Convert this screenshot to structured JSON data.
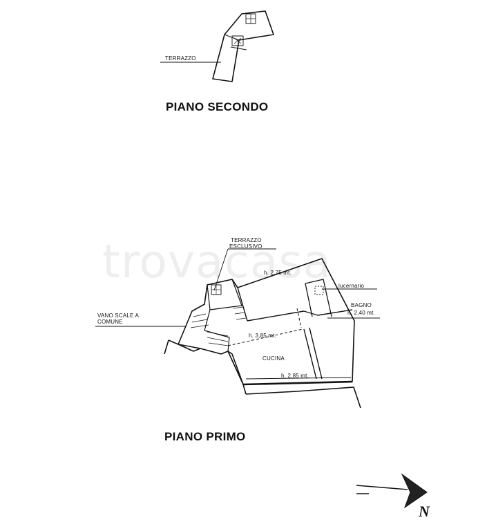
{
  "watermark": "trovacasa",
  "second_floor": {
    "title": "PIANO SECONDO",
    "terrace_label": "TERRAZZO"
  },
  "first_floor": {
    "title": "PIANO PRIMO",
    "terrace_label_line1": "TERRAZZO",
    "terrace_label_line2": "ESCLUSIVO",
    "stair_label_line1": "VANO SCALE A",
    "stair_label_line2": "COMUNE",
    "room_height_top": "h. 2,75 mt.",
    "skylight_label": "lucernario",
    "bath_label": "BAGNO",
    "bath_height": "h. 2,40 mt.",
    "mid_height": "h. 3,85 mt.",
    "kitchen_label": "CUCINA",
    "kitchen_height": "h. 2,85 mt."
  },
  "compass": {
    "north_label": "N"
  }
}
